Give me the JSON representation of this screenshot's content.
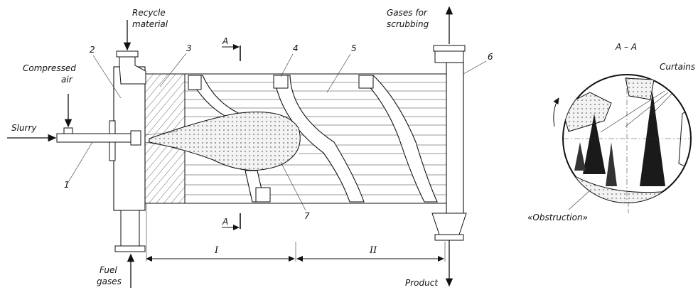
{
  "labels": {
    "recycle_1": "Recycle",
    "recycle_2": "material",
    "compressed_1": "Compressed",
    "compressed_2": "air",
    "slurry": "Slurry",
    "fuel_1": "Fuel",
    "fuel_2": "gases",
    "gases_1": "Gases for",
    "gases_2": "scrubbing",
    "product": "Product",
    "section_top": "A",
    "section_bottom": "A",
    "section_title": "A – A",
    "curtains": "Curtains",
    "obstruction": "«Obstruction»"
  },
  "numbers": [
    "1",
    "2",
    "3",
    "4",
    "5",
    "6",
    "7"
  ],
  "zones": [
    "I",
    "II"
  ],
  "colors": {
    "ink": "#111111",
    "fill_light": "#e9e9e9",
    "dots": "#9a9a9a"
  }
}
